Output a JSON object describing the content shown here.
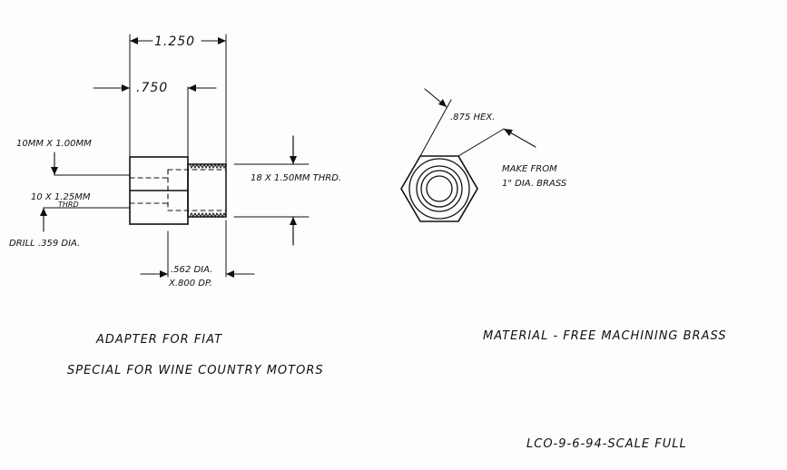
{
  "dimensions": {
    "overall_length": "1.250",
    "hex_length": ".750",
    "hex_across_flats": ".875 HEX.",
    "bore_dia": ".562 DIA.",
    "bore_depth": "X.800 DP."
  },
  "callouts": {
    "metric_thread_fine_line1": "10MM X 1.00MM",
    "metric_thread_coarse_line1": "10 X 1.25MM",
    "metric_thread_coarse_line2": "THRD",
    "drill": "DRILL .359 DIA.",
    "outer_thread": "18 X 1.50MM THRD.",
    "stock_line1": "MAKE FROM",
    "stock_line2": "1\" DIA. BRASS"
  },
  "title_block": {
    "line1": "ADAPTER FOR FIAT",
    "line2": "SPECIAL FOR WINE COUNTRY MOTORS",
    "material": "MATERIAL - FREE MACHINING BRASS",
    "drawn_by": "LCO-9-6-94-SCALE FULL"
  }
}
